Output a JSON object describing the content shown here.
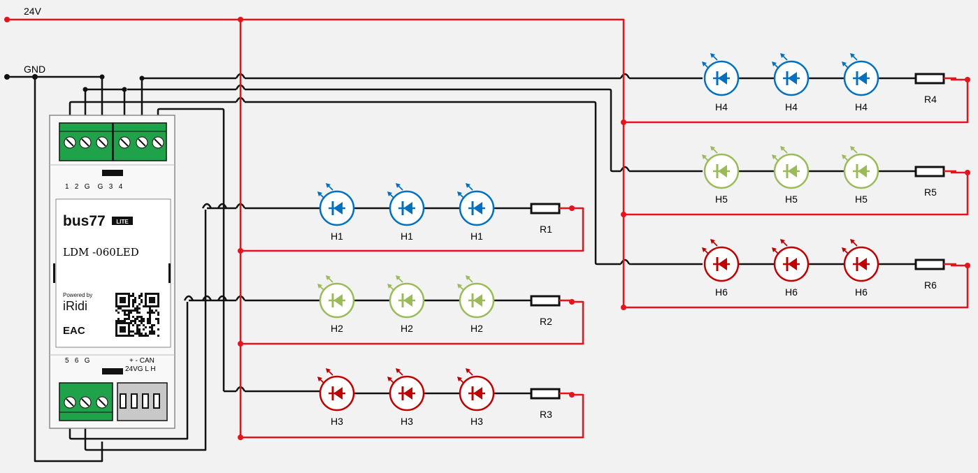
{
  "rails": {
    "v24_label": "24V",
    "gnd_label": "GND"
  },
  "colors": {
    "rail_red": "#e8121b",
    "wire": "#111111",
    "blue": "#0070c0",
    "green": "#9bbb59",
    "red": "#c00000",
    "terminal_green": "#1fa24a"
  },
  "device": {
    "brand": "bus77",
    "badge": "LITE",
    "model": "LDM -060LED",
    "powered_by": "Powered by",
    "vendor": "iRidi",
    "cert": "EAC",
    "top_terminals": [
      "1",
      "2",
      "G",
      "G",
      "3",
      "4"
    ],
    "bottom_terminals": [
      "5",
      "6",
      "G"
    ],
    "bottom_right_top": "+ - CAN",
    "bottom_right_bottom": "24VG L H",
    "top_terminals_text": "1   2   G    G   3   4",
    "bottom_terminals_text": "5   6   G"
  },
  "groups": [
    {
      "led": "H1",
      "resistor": "R1",
      "color": "blue"
    },
    {
      "led": "H2",
      "resistor": "R2",
      "color": "green"
    },
    {
      "led": "H3",
      "resistor": "R3",
      "color": "red"
    },
    {
      "led": "H4",
      "resistor": "R4",
      "color": "blue"
    },
    {
      "led": "H5",
      "resistor": "R5",
      "color": "green"
    },
    {
      "led": "H6",
      "resistor": "R6",
      "color": "red"
    }
  ]
}
